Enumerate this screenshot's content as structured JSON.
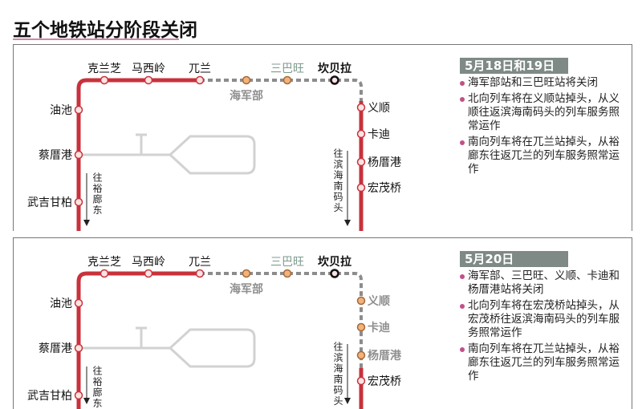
{
  "title": "五个地铁站分阶段关闭",
  "colors": {
    "line_red": "#c8323c",
    "closed_grey": "#8c8c8c",
    "closed_station": "#f2b27a",
    "header_grey": "#7f8a86",
    "bullet_pink": "#c2508a"
  },
  "stations": {
    "top": [
      "克兰芝",
      "马西岭",
      "兀兰",
      "海军部",
      "三巴旺",
      "坎贝拉"
    ],
    "left": [
      "油池",
      "蔡厝港",
      "武吉甘柏"
    ],
    "right": [
      "义顺",
      "卡迪",
      "杨厝港",
      "宏茂桥"
    ]
  },
  "directions": {
    "south": "往裕廊东",
    "north": "往滨海南码头"
  },
  "panels": [
    {
      "date": "5月18日和19日",
      "closed_top": [
        "海军部",
        "三巴旺"
      ],
      "closed_right": [],
      "bullets": [
        "海军部站和三巴旺站将关闭",
        "北向列车将在义顺站掉头，从义顺往返滨海南码头的列车服务照常运作",
        "南向列车将在兀兰站掉头，从裕廊东往返兀兰的列车服务照常运作"
      ]
    },
    {
      "date": "5月20日",
      "closed_top": [
        "海军部",
        "三巴旺"
      ],
      "closed_right": [
        "义顺",
        "卡迪",
        "杨厝港"
      ],
      "bullets": [
        "海军部、三巴旺、义顺、卡迪和杨厝港站将关闭",
        "北向列车将在宏茂桥站掉头，从宏茂桥往返滨海南码头的列车服务照常运作",
        "南向列车将在兀兰站掉头，从裕廊东往返兀兰的列车服务照常运作"
      ]
    }
  ]
}
